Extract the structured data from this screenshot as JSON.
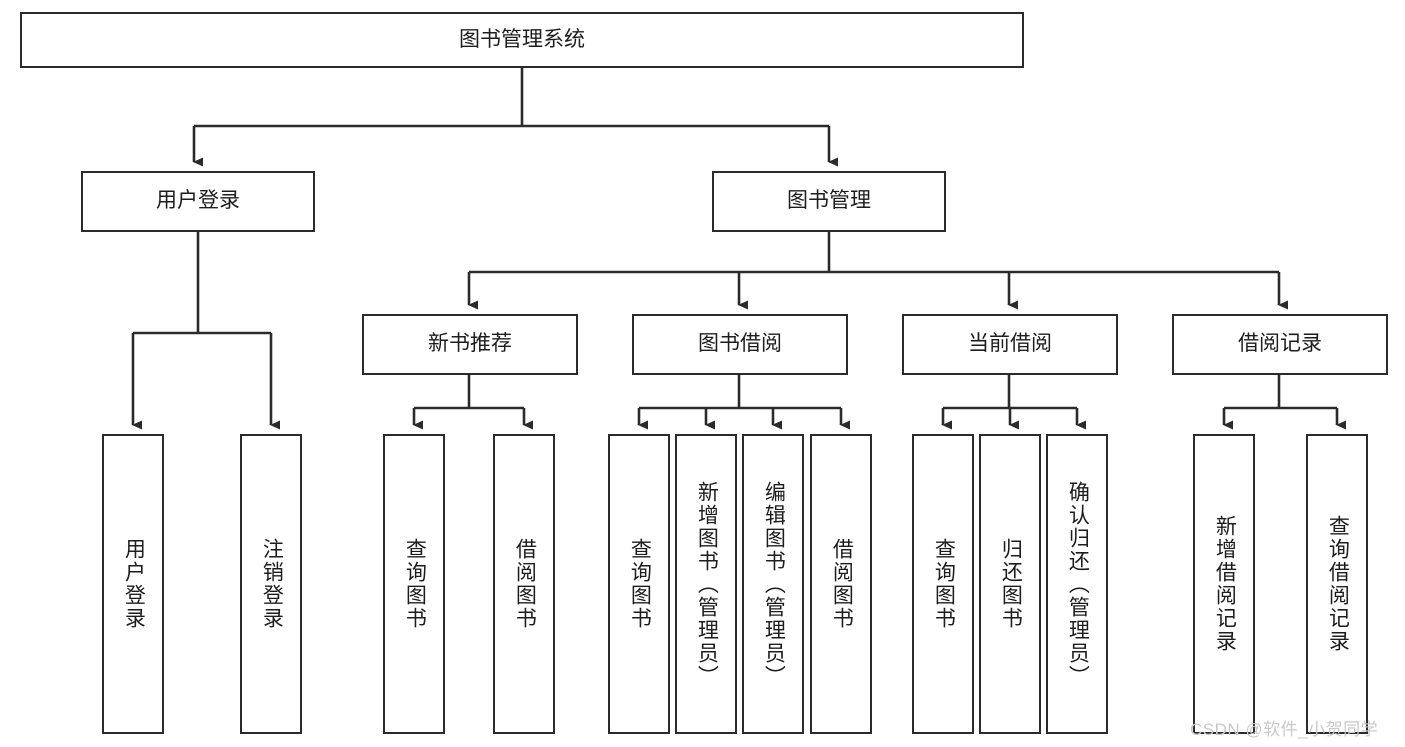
{
  "diagram": {
    "type": "hierarchy-tree",
    "title": "图书管理系统",
    "orientation": "top-down",
    "colors": {
      "stroke": "#2b2b2b",
      "fill": "#ffffff",
      "text": "#1d1d1d",
      "watermark": "#c9c9c9"
    },
    "root": {
      "label": "图书管理系统"
    },
    "level2": [
      {
        "label": "用户登录"
      },
      {
        "label": "图书管理"
      }
    ],
    "level3": [
      {
        "label": "新书推荐"
      },
      {
        "label": "图书借阅"
      },
      {
        "label": "当前借阅"
      },
      {
        "label": "借阅记录"
      }
    ],
    "leaves": {
      "user_login": [
        {
          "label": "用户登录"
        },
        {
          "label": "注销登录"
        }
      ],
      "new_book_recommend": [
        {
          "label": "查询图书"
        },
        {
          "label": "借阅图书"
        }
      ],
      "book_borrow": [
        {
          "label": "查询图书"
        },
        {
          "label": "新增图书（管理员）"
        },
        {
          "label": "编辑图书（管理员）"
        },
        {
          "label": "借阅图书"
        }
      ],
      "current_borrow": [
        {
          "label": "查询图书"
        },
        {
          "label": "归还图书"
        },
        {
          "label": "确认归还（管理员）"
        }
      ],
      "borrow_record": [
        {
          "label": "新增借阅记录"
        },
        {
          "label": "查询借阅记录"
        }
      ]
    }
  },
  "watermark": {
    "text": "CSDN @软件_小贺同学"
  }
}
